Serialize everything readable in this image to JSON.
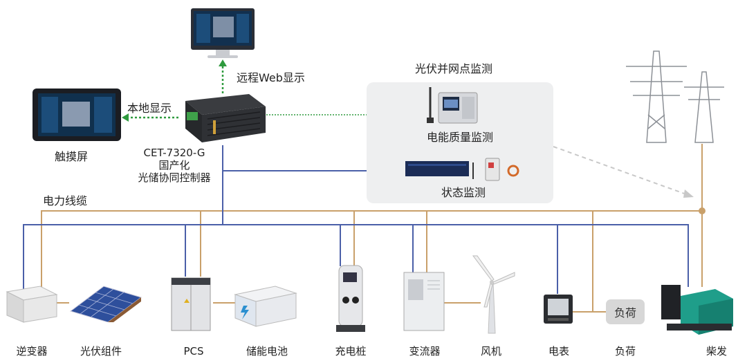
{
  "controller": {
    "model": "CET-7320-G",
    "line2": "国产化",
    "line3": "光储协同控制器"
  },
  "remote_web_label": "远程Web显示",
  "local_display_label": "本地显示",
  "touchscreen_label": "触摸屏",
  "power_cable_label": "电力线缆",
  "monitoring": {
    "title": "光伏并网点监测",
    "power_quality_label": "电能质量监测",
    "status_label": "状态监测"
  },
  "devices": [
    {
      "id": "inverter",
      "label": "逆变器"
    },
    {
      "id": "pv",
      "label": "光伏组件"
    },
    {
      "id": "pcs",
      "label": "PCS"
    },
    {
      "id": "battery",
      "label": "储能电池"
    },
    {
      "id": "charger",
      "label": "充电桩"
    },
    {
      "id": "converter",
      "label": "变流器"
    },
    {
      "id": "wind",
      "label": "风机"
    },
    {
      "id": "meter",
      "label": "电表"
    },
    {
      "id": "load",
      "label": "负荷"
    },
    {
      "id": "diesel",
      "label": "柴发"
    }
  ],
  "load_box_label": "负荷",
  "colors": {
    "power_line": "#c9a06a",
    "comm_line": "#4a5fa8",
    "network_dotted": "#2e9a3e",
    "dashed_gray": "#c8c8c8",
    "panel_bg": "#eeeff0"
  }
}
